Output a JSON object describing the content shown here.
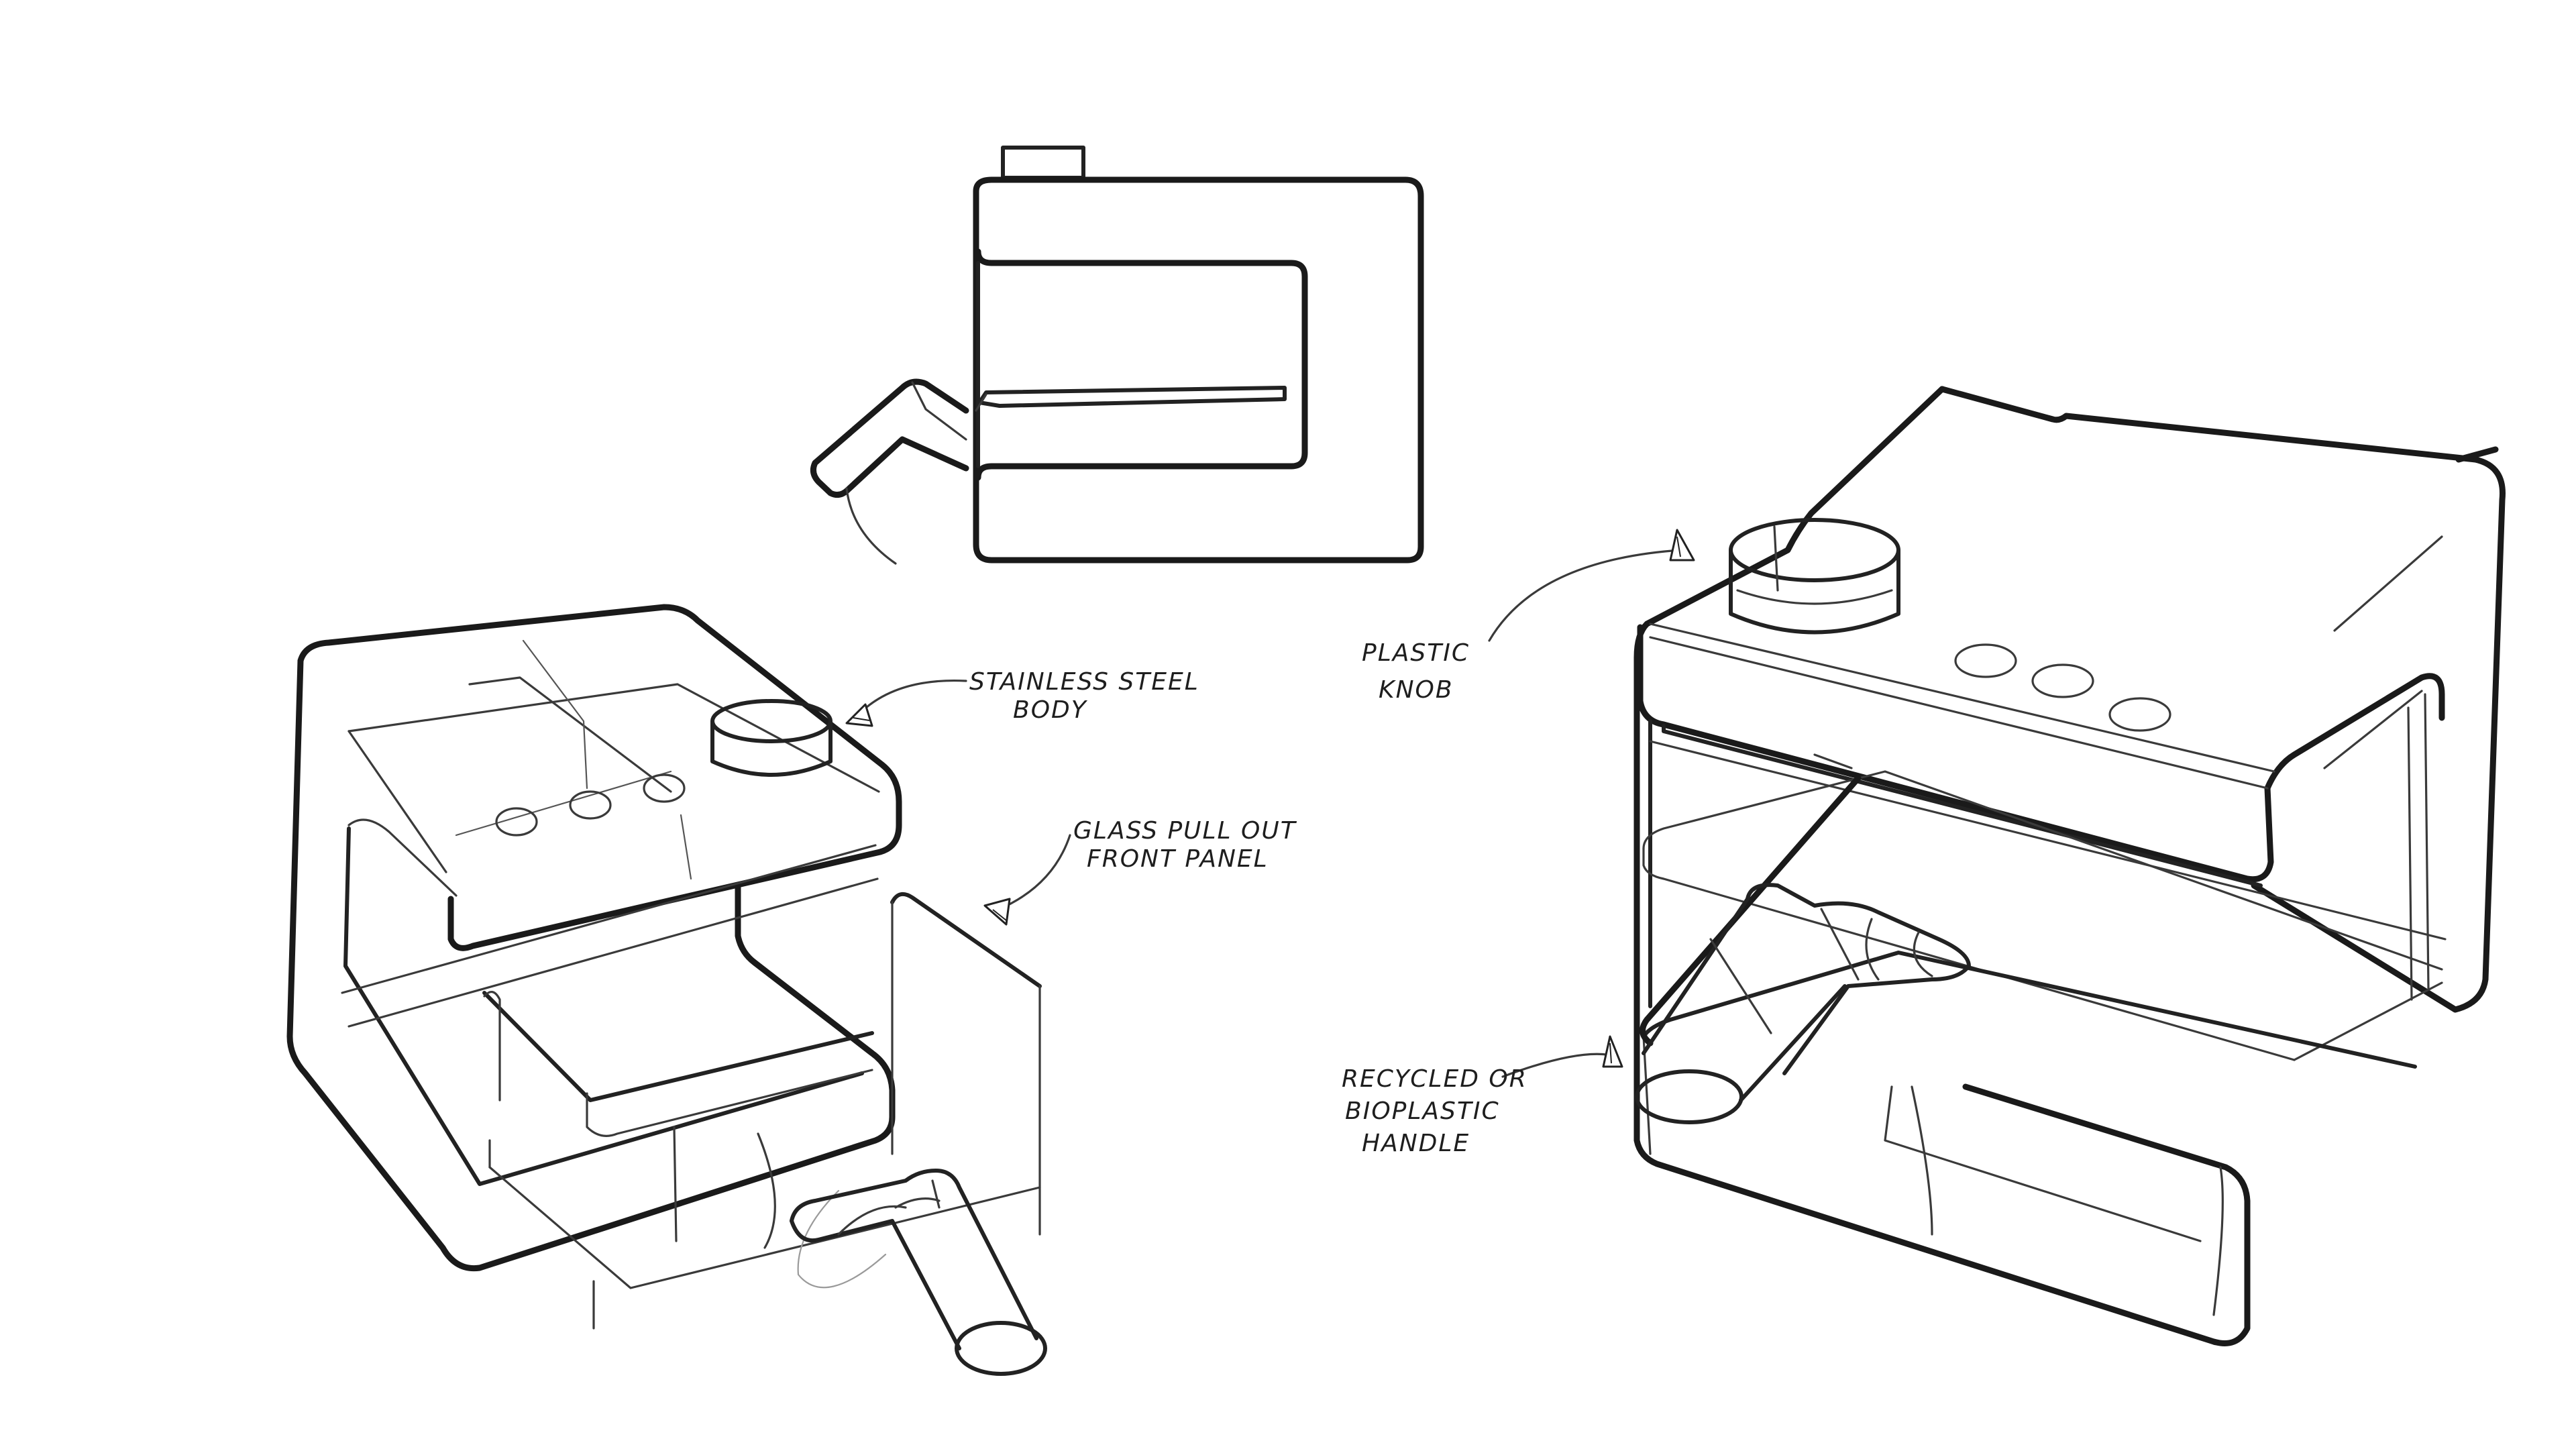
{
  "annotations": {
    "stainless_steel_body": [
      "STAINLESS STEEL",
      "BODY"
    ],
    "glass_panel": [
      "GLASS PULL OUT",
      "FRONT PANEL"
    ],
    "plastic_knob": [
      "PLASTIC",
      "KNOB"
    ],
    "handle": [
      "RECYCLED OR",
      "BIOPLASTIC",
      "HANDLE"
    ]
  }
}
